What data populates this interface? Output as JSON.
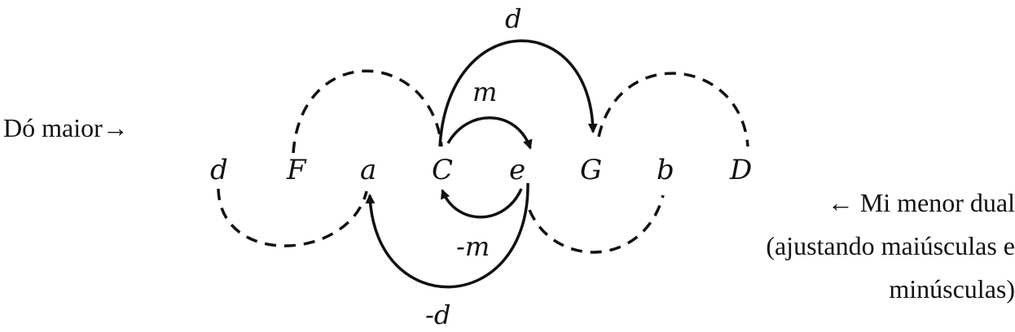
{
  "labels": {
    "left": "Dó maior→",
    "right_line1": "← Mi menor dual",
    "right_line2": "(ajustando maiúsculas e",
    "right_line3": "minúsculas)"
  },
  "nodes": {
    "n1": "d",
    "n2": "F",
    "n3": "a",
    "n4": "C",
    "n5": "e",
    "n6": "G",
    "n7": "b",
    "n8": "D"
  },
  "edge_labels": {
    "top_d": "d",
    "top_m": "m",
    "bottom_m": "-m",
    "bottom_d": "-d"
  },
  "colors": {
    "ink": "#111111",
    "background": "#ffffff"
  }
}
